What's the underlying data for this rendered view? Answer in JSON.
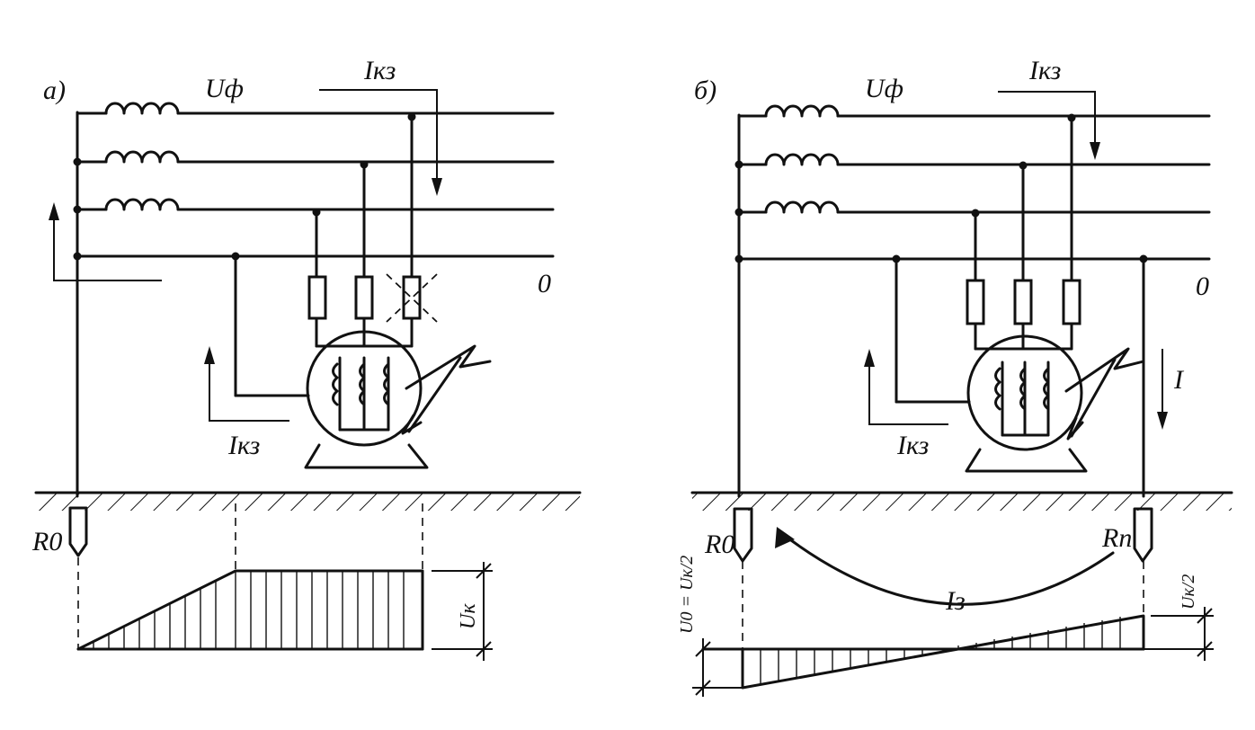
{
  "panel_a": {
    "label": "а)",
    "phase_voltage": "Uф",
    "fault_current_top": "Iкз",
    "fault_current_motor": "Iкз",
    "neutral": "0",
    "ground_electrode": "R0",
    "touch_voltage": "Uк"
  },
  "panel_b": {
    "label": "б)",
    "phase_voltage": "Uф",
    "fault_current_top": "Iкз",
    "fault_current_motor": "Iкз",
    "neutral": "0",
    "current": "I",
    "ground_current": "Iз",
    "ground_electrode_left": "R0",
    "ground_electrode_right": "Rп",
    "voltage_left": "U0 = Uк/2",
    "voltage_right": "Uк/2"
  }
}
